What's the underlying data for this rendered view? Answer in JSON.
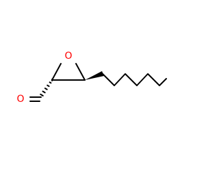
{
  "molecule": {
    "atoms": [
      {
        "symbol": "O",
        "role": "epoxide-oxygen"
      },
      {
        "symbol": "O",
        "role": "aldehyde-oxygen"
      }
    ],
    "colors": {
      "bond": "#000000",
      "oxygen": "#ff0000",
      "background": "#ffffff"
    }
  }
}
